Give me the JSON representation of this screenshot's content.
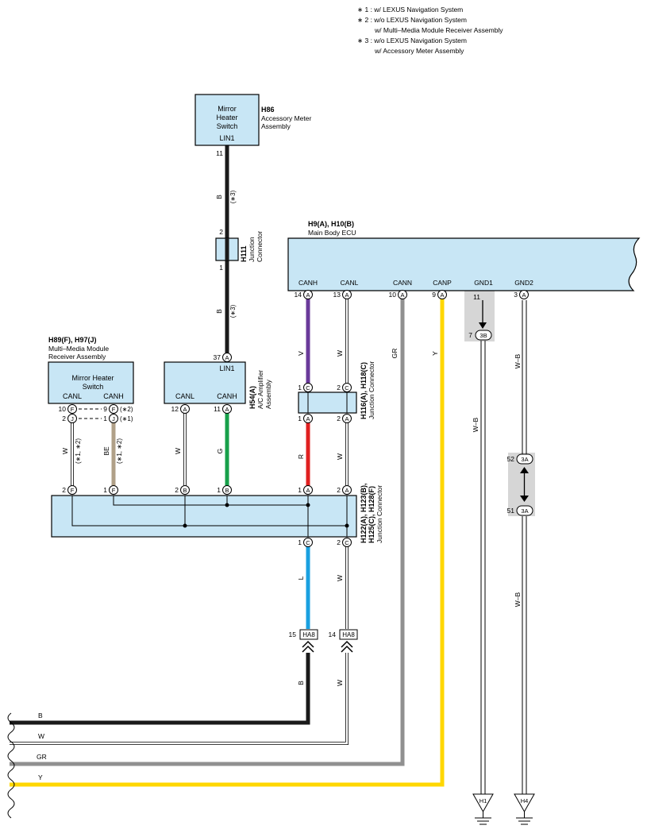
{
  "notes": [
    "∗ 1 : w/ LEXUS Navigation System",
    "∗ 2 : w/o LEXUS Navigation System",
    "w/ Multi–Media Module Receiver Assembly",
    "∗ 3 : w/o LEXUS Navigation System",
    "w/ Accessory Meter Assembly"
  ],
  "components": {
    "h86": {
      "code": "H86",
      "name1": "Accessory Meter",
      "name2": "Assembly",
      "box1": "Mirror",
      "box2": "Heater",
      "box3": "Switch",
      "pin_label": "LIN1",
      "pin_no": "11"
    },
    "h111": {
      "code": "H111",
      "name1": "Junction",
      "name2": "Connector",
      "pin_top": "2",
      "pin_bottom": "1"
    },
    "ecu": {
      "code": "H9(A), H10(B)",
      "name": "Main Body ECU",
      "pins": [
        {
          "label": "CANH",
          "no": "14",
          "conn": "A"
        },
        {
          "label": "CANL",
          "no": "13",
          "conn": "A"
        },
        {
          "label": "CANN",
          "no": "10",
          "conn": "A"
        },
        {
          "label": "CANP",
          "no": "9",
          "conn": "A"
        },
        {
          "label": "GND1",
          "no": "11",
          "conn": ""
        },
        {
          "label": "GND2",
          "no": "3",
          "conn": "A"
        }
      ]
    },
    "h89": {
      "code": "H89(F), H97(J)",
      "name1": "Multi–Media Module",
      "name2": "Receiver Assembly",
      "box1": "Mirror Heater",
      "box2": "Switch",
      "canl": "CANL",
      "canh": "CANH",
      "p10": "10",
      "p9": "9",
      "p2": "2",
      "p1": "1",
      "cF": "F",
      "cJ": "J",
      "n2": "(∗2)",
      "n1": "(∗1)"
    },
    "h54": {
      "code": "H54(A)",
      "name1": "A/C Amplifier",
      "name2": "Assembly",
      "lin": "LIN1",
      "canl": "CANL",
      "canh": "CANH",
      "p37": "37",
      "p12": "12",
      "p11": "11",
      "conn": "A"
    },
    "h116": {
      "code": "H116(A), H118(C)",
      "name": "Junction Connector",
      "p1": "1",
      "p2": "2",
      "cC": "C",
      "cA": "A"
    },
    "h122": {
      "code1": "H122(A), H123(B),",
      "code2": "H125(C), H128(F)",
      "name": "Junction Connector",
      "p2": "2",
      "p1": "1",
      "cF": "F",
      "cB": "B",
      "cA": "A",
      "cC": "C"
    },
    "ha8": {
      "code": "HA8",
      "p15": "15",
      "p14": "14"
    },
    "j3b": {
      "code": "3B",
      "p7": "7"
    },
    "j3a": {
      "code": "3A",
      "p52": "52",
      "p51": "51"
    },
    "grounds": {
      "h1": "H1",
      "h4": "H4"
    }
  },
  "wires": {
    "b": "B",
    "w": "W",
    "gr": "GR",
    "y": "Y",
    "v": "V",
    "r": "R",
    "g": "G",
    "l": "L",
    "be": "BE",
    "wb": "W–B",
    "n3": "(∗3)",
    "n12": "(∗1, ∗2)"
  },
  "colors": {
    "connector_fill": "#c8e6f5",
    "black": "#1a1a1a",
    "purple": "#6a3a9a",
    "red": "#e02020",
    "green": "#17a04a",
    "blue": "#1aa0e0",
    "gray": "#909090",
    "yellow": "#ffd700",
    "beige": "#b0a088"
  }
}
